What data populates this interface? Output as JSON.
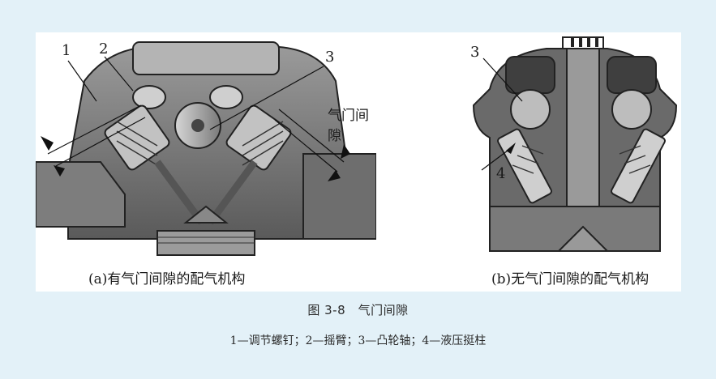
{
  "figure": {
    "title": "图 3-8　气门间隙",
    "legend": "1—调节螺钉；2—摇臂；3—凸轮轴；4—液压挺柱"
  },
  "panel_a": {
    "caption": "(a)有气门间隙的配气机构",
    "labels": [
      "1",
      "2",
      "3"
    ],
    "annotation": "气门间隙"
  },
  "panel_b": {
    "caption": "(b)无气门间隙的配气机构",
    "labels": [
      "3",
      "4"
    ]
  },
  "colors": {
    "background": "#e3f1f8",
    "panel": "#ffffff",
    "metal_dark": "#3c3c3c",
    "metal_mid": "#8a8a8a",
    "metal_light": "#c8c8c8"
  }
}
